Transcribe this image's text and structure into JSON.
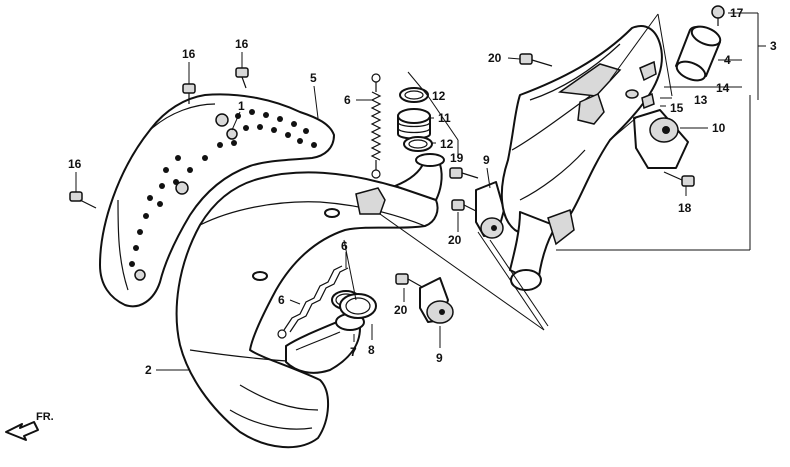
{
  "diagram": {
    "callouts": [
      {
        "id": "c17",
        "label": "17"
      },
      {
        "id": "c3",
        "label": "3"
      },
      {
        "id": "c4",
        "label": "4"
      },
      {
        "id": "c14",
        "label": "14"
      },
      {
        "id": "c13",
        "label": "13"
      },
      {
        "id": "c15",
        "label": "15"
      },
      {
        "id": "c10",
        "label": "10"
      },
      {
        "id": "c18",
        "label": "18"
      },
      {
        "id": "c20a",
        "label": "20"
      },
      {
        "id": "c20b",
        "label": "20"
      },
      {
        "id": "c20c",
        "label": "20"
      },
      {
        "id": "c16a",
        "label": "16"
      },
      {
        "id": "c16b",
        "label": "16"
      },
      {
        "id": "c16c",
        "label": "16"
      },
      {
        "id": "c1",
        "label": "1"
      },
      {
        "id": "c5",
        "label": "5"
      },
      {
        "id": "c6a",
        "label": "6"
      },
      {
        "id": "c6b",
        "label": "6"
      },
      {
        "id": "c6c",
        "label": "6"
      },
      {
        "id": "c12a",
        "label": "12"
      },
      {
        "id": "c11",
        "label": "11"
      },
      {
        "id": "c12b",
        "label": "12"
      },
      {
        "id": "c19",
        "label": "19"
      },
      {
        "id": "c9a",
        "label": "9"
      },
      {
        "id": "c9b",
        "label": "9"
      },
      {
        "id": "c7",
        "label": "7"
      },
      {
        "id": "c8",
        "label": "8"
      },
      {
        "id": "c2",
        "label": "2"
      }
    ],
    "front_arrow": {
      "label": "FR."
    }
  }
}
